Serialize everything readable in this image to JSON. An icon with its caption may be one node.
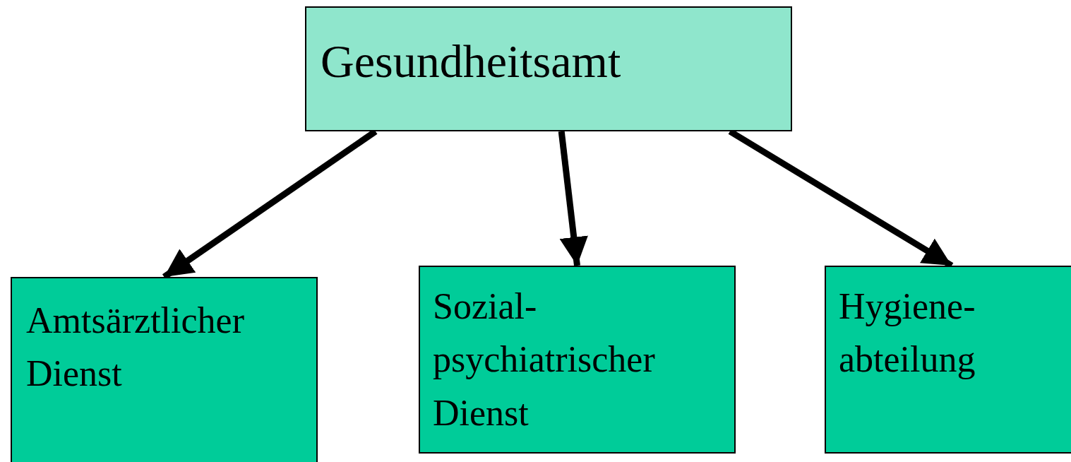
{
  "diagram": {
    "nodes": [
      {
        "text": [
          "Gesundheitsamt"
        ]
      },
      {
        "text": [
          "Amtsärztlicher Dienst"
        ]
      },
      {
        "text": [
          "Sozial- psychiatrischer Dienst"
        ]
      },
      {
        "text": [
          "Hygiene- abteilung"
        ]
      }
    ],
    "edges": [
      {
        "from": 0,
        "to": 1,
        "arrow": "to"
      },
      {
        "from": 0,
        "to": 2,
        "arrow": "to"
      },
      {
        "from": 0,
        "to": 3,
        "arrow": "to"
      }
    ]
  }
}
